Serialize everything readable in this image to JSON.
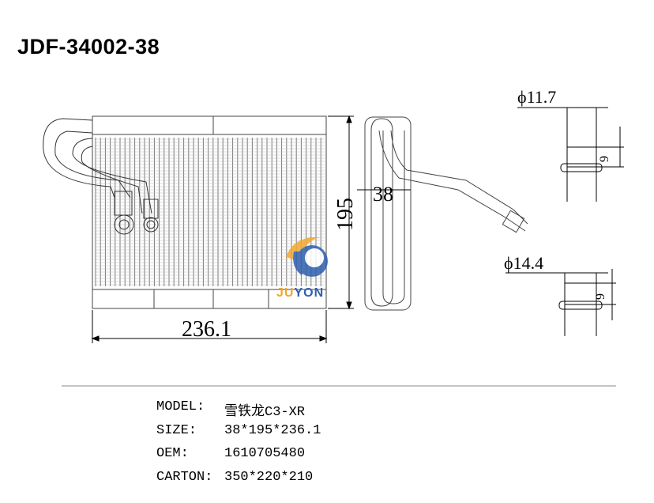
{
  "title": "JDF-34002-38",
  "dimensions": {
    "width": "236.1",
    "height": "195",
    "depth": "38",
    "inlet_diameter": "ϕ11.7",
    "outlet_diameter": "ϕ14.4",
    "inlet_depth": "9",
    "outlet_depth": "9"
  },
  "logo": {
    "text_a": "JU",
    "text_b": "YON",
    "color_a": "#f0a830",
    "color_b": "#3060b0"
  },
  "specs": [
    {
      "label": "MODEL:",
      "value": "雪铁龙C3-XR"
    },
    {
      "label": "SIZE:",
      "value": "38*195*236.1"
    },
    {
      "label": "OEM:",
      "value": "1610705480"
    },
    {
      "label": "CARTON:",
      "value": "350*220*210"
    }
  ]
}
